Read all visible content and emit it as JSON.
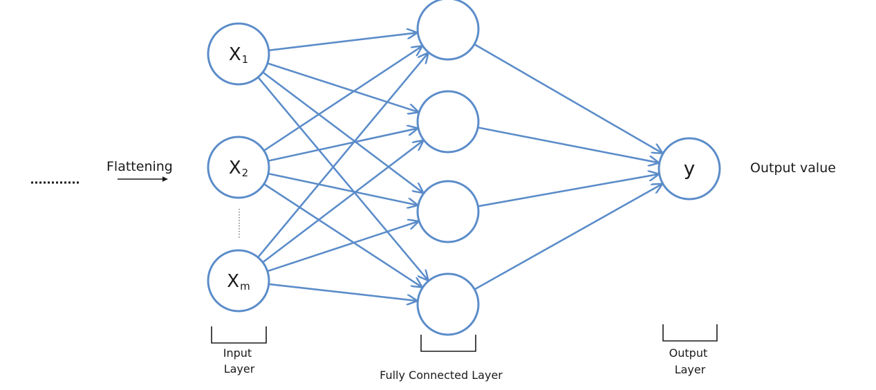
{
  "diagram": {
    "flatten_label": "Flattening",
    "input_nodes": [
      {
        "main": "X",
        "sub": "1"
      },
      {
        "main": "X",
        "sub": "2"
      },
      {
        "main": "X",
        "sub": "m"
      }
    ],
    "output_node": "y",
    "output_value_label": "Output value",
    "input_layer_label": [
      "Input",
      "Layer"
    ],
    "hidden_layer_label": "Fully Connected Layer",
    "output_layer_label": [
      "Output",
      "Layer"
    ],
    "edge_color": "#5b8cc9"
  }
}
